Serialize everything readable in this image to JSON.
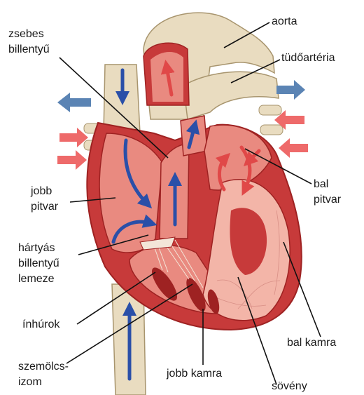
{
  "labels": {
    "zsebes_billentyu": [
      "zsebes",
      "billentyű"
    ],
    "aorta": "aorta",
    "tudoarteria": "tüdőartéria",
    "jobb_pitvar": [
      "jobb",
      "pitvar"
    ],
    "bal_pitvar": [
      "bal",
      "pitvar"
    ],
    "hartyas_billentyu_lemeze": [
      "hártyás",
      "billentyű",
      "lemeze"
    ],
    "inhurok": "ínhúrok",
    "bal_kamra": "bal kamra",
    "szemolcs_izom": [
      "szemölcs-",
      "izom"
    ],
    "jobb_kamra": "jobb kamra",
    "sov_eny": "sövény"
  },
  "colors": {
    "muscle": "#c73a3a",
    "muscle_dark": "#9e2222",
    "chamber": "#e98a80",
    "chamber_light": "#f3b5a8",
    "vessel": "#e9dcc0",
    "vessel_shade": "#cbb892",
    "blue_arrow": "#2a4fa8",
    "red_arrow": "#e04848",
    "ext_blue": "#5b84b4",
    "ext_red": "#ee6a6a"
  }
}
